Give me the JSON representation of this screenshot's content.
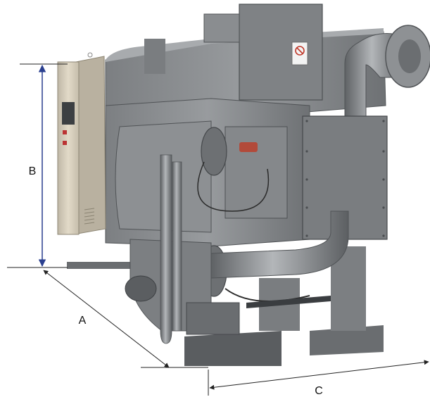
{
  "dimensions": {
    "a_label": "A",
    "b_label": "B",
    "c_label": "C"
  },
  "colors": {
    "dim_b_line": "#2a3f8f",
    "dim_line": "#222222",
    "machine_body": "#8a8d90",
    "machine_dark": "#5d6063",
    "machine_light": "#a9acaf",
    "control_panel": "#d9d1bf"
  },
  "icons": {
    "warning_label": "no-entry-sign-icon"
  }
}
